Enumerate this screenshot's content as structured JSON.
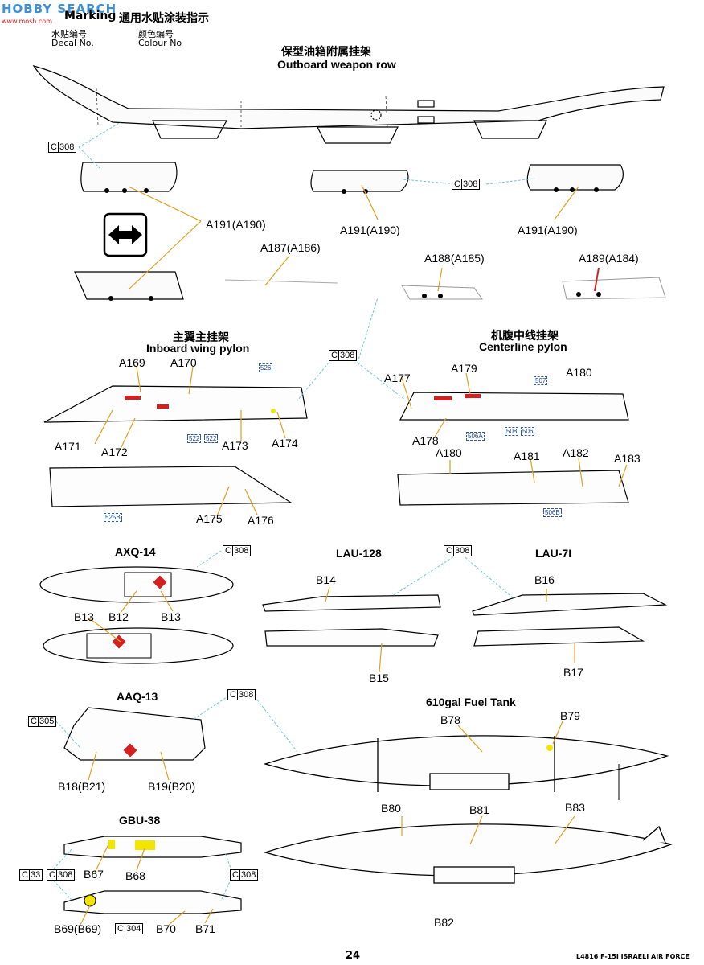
{
  "watermark": {
    "text": "HOBBY SEARCH",
    "brand": "www.mosh.com"
  },
  "header": {
    "title_en": "Marking",
    "title_cn": "通用水贴涂装指示",
    "decal_cn": "水贴编号",
    "decal_en": "Decal No.",
    "colour_cn": "颜色编号",
    "colour_en": "Colour No"
  },
  "sections": {
    "outboard": {
      "cn": "保型油箱附属挂架",
      "en": "Outboard weapon row"
    },
    "inboard": {
      "cn": "主翼主挂架",
      "en": "Inboard wing pylon"
    },
    "centerline": {
      "cn": "机腹中线挂架",
      "en": "Centerline pylon"
    },
    "axq14": "AXQ-14",
    "lau128": "LAU-128",
    "lau7": "LAU-7I",
    "aaq13": "AAQ-13",
    "fuel_tank": "610gal Fuel Tank",
    "gbu38": "GBU-38"
  },
  "colour_refs": {
    "c308": {
      "prefix": "C",
      "num": "308"
    },
    "c305": {
      "prefix": "C",
      "num": "305"
    },
    "c33": {
      "prefix": "C",
      "num": "33"
    },
    "c304": {
      "prefix": "C",
      "num": "304"
    }
  },
  "decals": {
    "a191_1": "A191(A190)",
    "a191_2": "A191(A190)",
    "a191_3": "A191(A190)",
    "a187": "A187(A186)",
    "a188": "A188(A185)",
    "a189": "A189(A184)",
    "a169": "A169",
    "a170": "A170",
    "a171": "A171",
    "a172": "A172",
    "a173": "A173",
    "a174": "A174",
    "a175": "A175",
    "a176": "A176",
    "a177": "A177",
    "a178": "A178",
    "a179": "A179",
    "a180a": "A180",
    "a180b": "A180",
    "a181": "A181",
    "a182": "A182",
    "a183": "A183",
    "b12": "B12",
    "b13a": "B13",
    "b13b": "B13",
    "b14": "B14",
    "b15": "B15",
    "b16": "B16",
    "b17": "B17",
    "b18": "B18(B21)",
    "b19": "B19(B20)",
    "b78": "B78",
    "b79": "B79",
    "b80": "B80",
    "b81": "B81",
    "b82": "B82",
    "b83": "B83",
    "b67": "B67",
    "b68": "B68",
    "b69": "B69(B69)",
    "b70": "B70",
    "b71": "B71"
  },
  "paint_codes": {
    "p526": "526",
    "p522a": "522",
    "p522b": "522",
    "p525b": "525B",
    "p507": "507",
    "p506a": "506A",
    "p508": "508",
    "p506b": "506",
    "p506c": "506B"
  },
  "footer": {
    "page": "24",
    "code": "L4816 F-15I ISRAELI AIR FORCE"
  },
  "colors": {
    "leader": "#e0a020",
    "dashed": "#6fc6d6",
    "red": "#d42020",
    "yellow": "#f2e600",
    "blue": "#2a5ca8"
  },
  "icons": {
    "direction": "double-arrow-icon"
  }
}
